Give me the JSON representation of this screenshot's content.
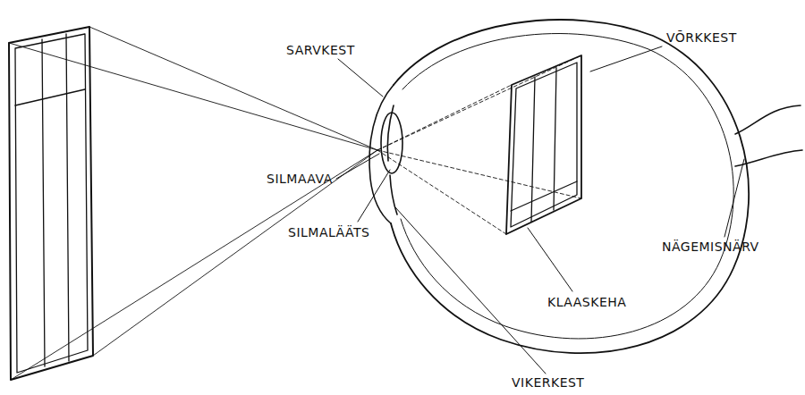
{
  "diagram": {
    "labels": [
      "SARVKEST",
      "VÕRKKEST",
      "SILMAAVA",
      "SILMALÄÄTS",
      "NÄGEMISNÄRV",
      "KLAASKEHA",
      "VIKERKEST"
    ]
  }
}
